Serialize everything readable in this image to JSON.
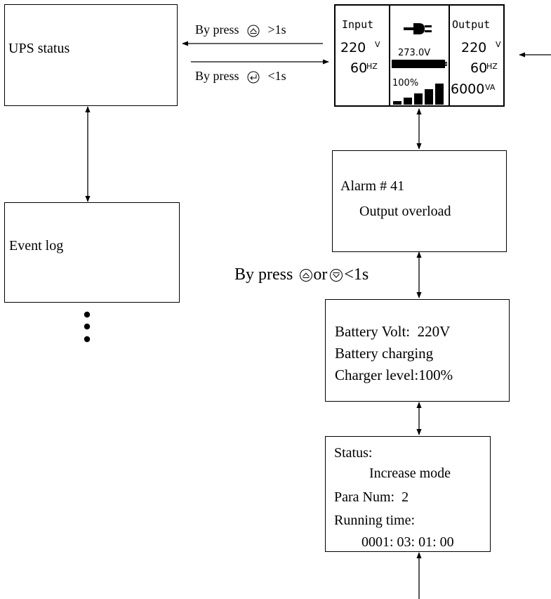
{
  "ups_status": {
    "label": "UPS status"
  },
  "event_log": {
    "label": "Event log"
  },
  "press_up": {
    "prefix": "By press",
    "suffix": ">1s",
    "icon": "up-button-icon"
  },
  "press_enter": {
    "prefix": "By press",
    "suffix": "<1s",
    "icon": "enter-button-icon"
  },
  "lcd": {
    "input_label": "Input",
    "input_voltage": "220",
    "input_voltage_unit": "V",
    "input_freq": "60",
    "input_freq_unit": "HZ",
    "center_voltage": "273.0V",
    "load_percent": "100%",
    "output_label": "Output",
    "output_voltage": "220",
    "output_voltage_unit": "V",
    "output_freq": "60",
    "output_freq_unit": "HZ",
    "output_power": "6000",
    "output_power_unit": "VA",
    "icon": "plug-icon"
  },
  "alarm": {
    "line1": "Alarm # 41",
    "line2": "Output overload"
  },
  "scroll_hint": {
    "prefix": "By press",
    "or": "or",
    "suffix": "<1s",
    "icons": [
      "up-button-icon",
      "down-button-icon"
    ]
  },
  "battery": {
    "line1": "Battery Volt:  220V",
    "line2": "Battery charging",
    "line3": "Charger level:100%"
  },
  "status": {
    "line1": "Status:",
    "line2": "Increase mode",
    "line3": "Para Num:  2",
    "line4": "Running time:",
    "line5": "0001: 03: 01: 00"
  }
}
